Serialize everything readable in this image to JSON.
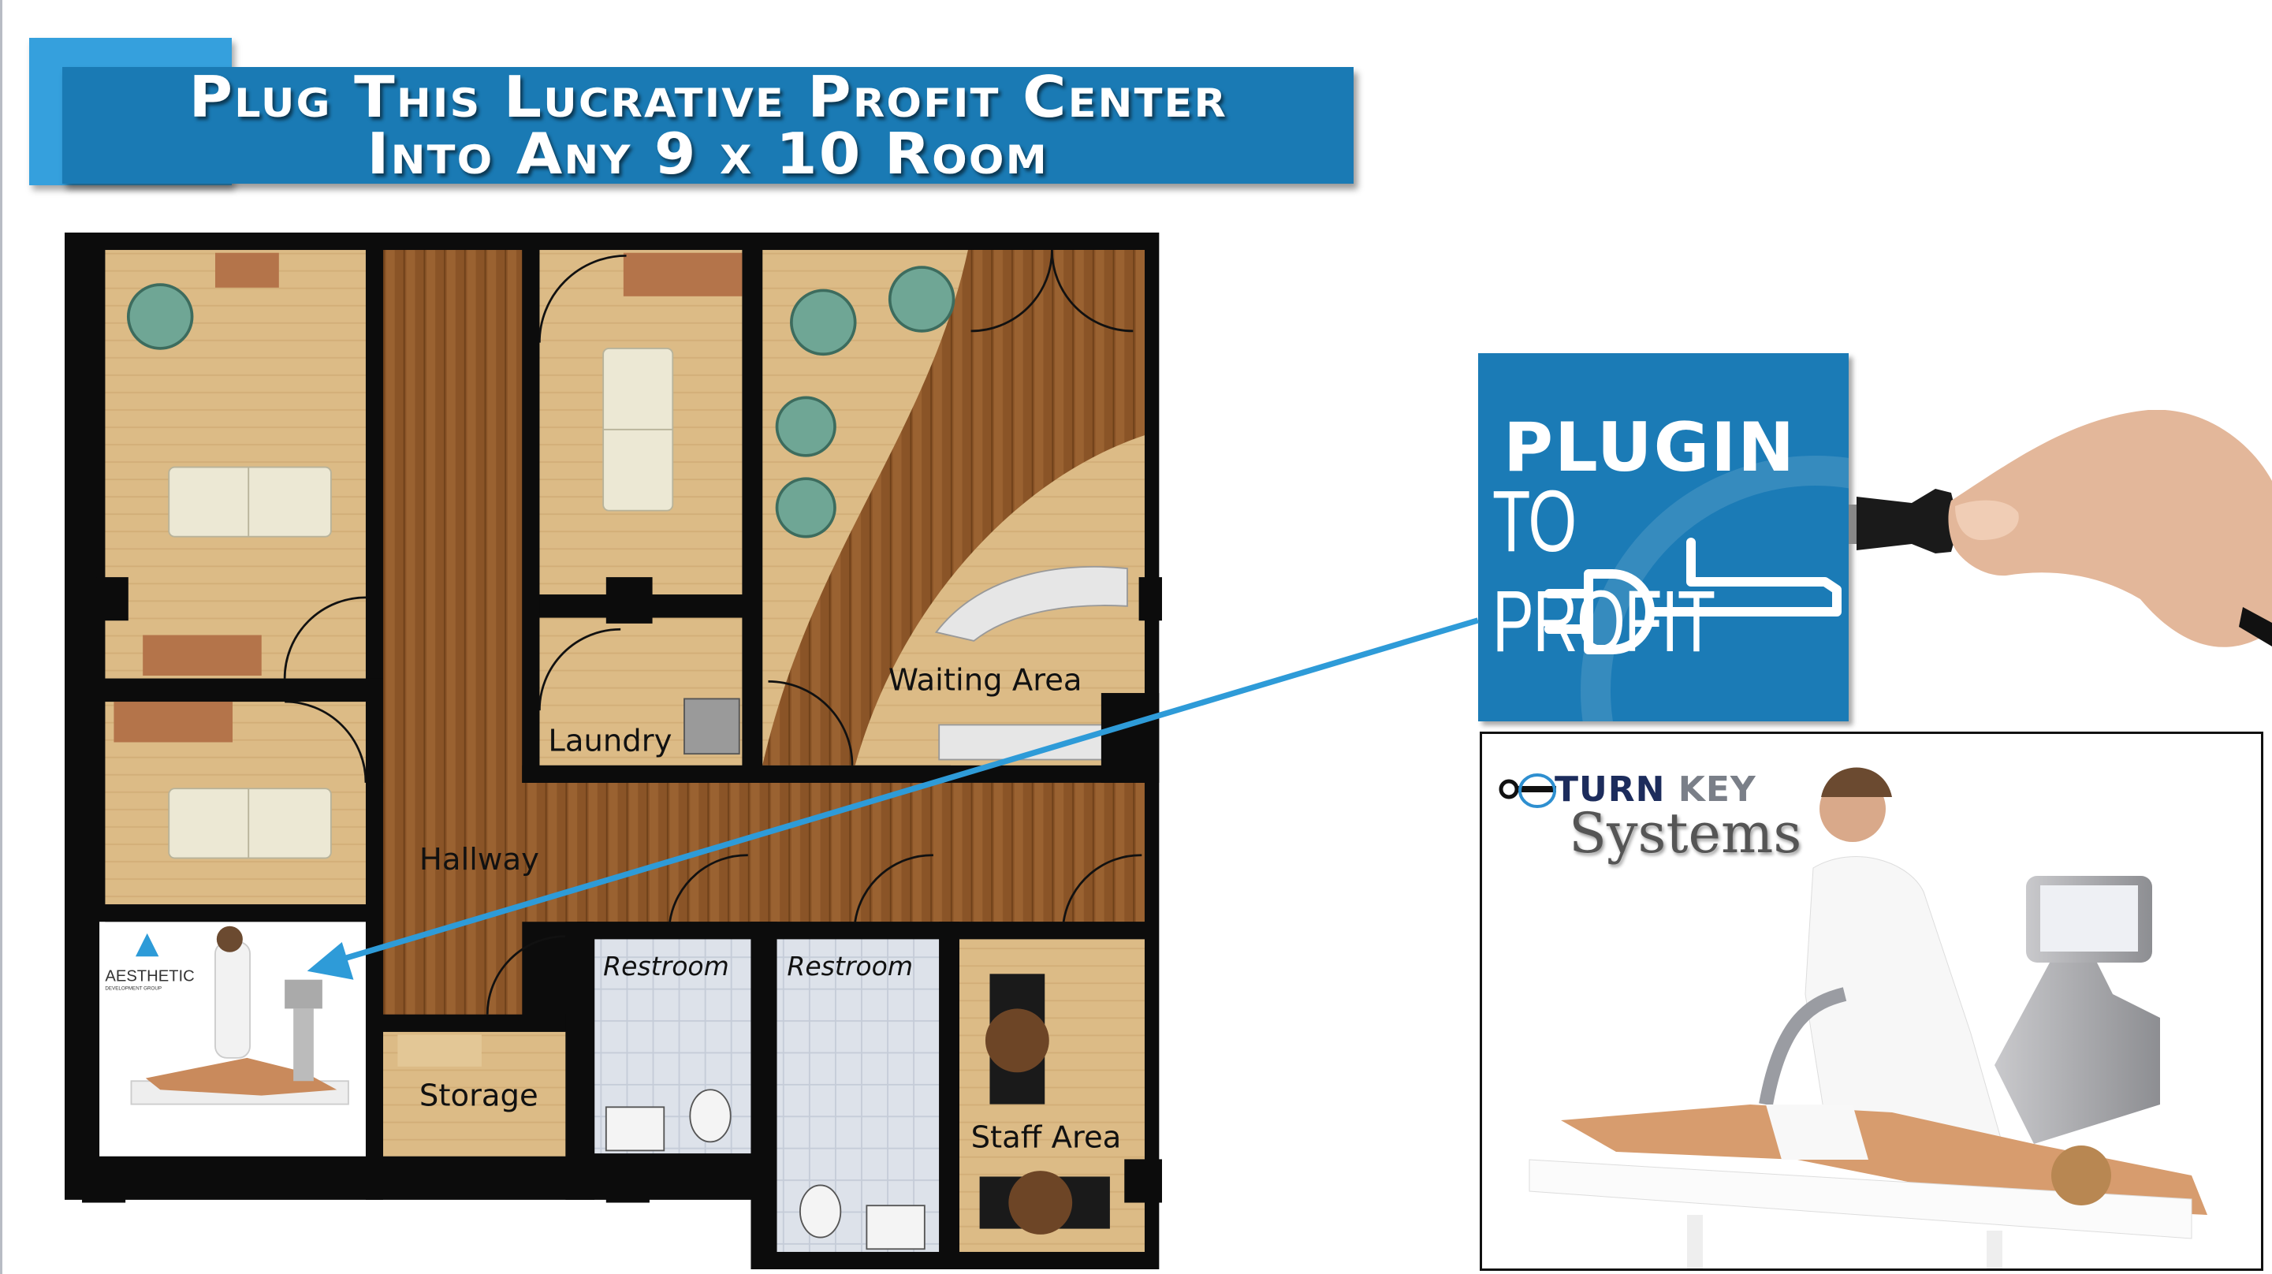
{
  "title": {
    "line1": "Plug This Lucrative Profit Center",
    "line2": "Into Any 9 x 10 Room"
  },
  "floor_plan": {
    "rooms": {
      "waiting_area": "Waiting Area",
      "laundry": "Laundry",
      "hallway": "Hallway",
      "storage": "Storage",
      "restroom_1": "Restroom",
      "restroom_2": "Restroom",
      "staff_area": "Staff Area"
    },
    "inset_logo": {
      "name": "AESTHETIC",
      "tagline": "DEVELOPMENT GROUP"
    }
  },
  "plugin_badge": {
    "line1": "PLUGIN",
    "line2": "TO PROFIT"
  },
  "turnkey": {
    "word1": "TURN",
    "word2": "KEY",
    "word3": "Systems"
  },
  "colors": {
    "banner": "#1a7ab4",
    "accent": "#35a0dd",
    "arrow": "#2e9bd8"
  }
}
